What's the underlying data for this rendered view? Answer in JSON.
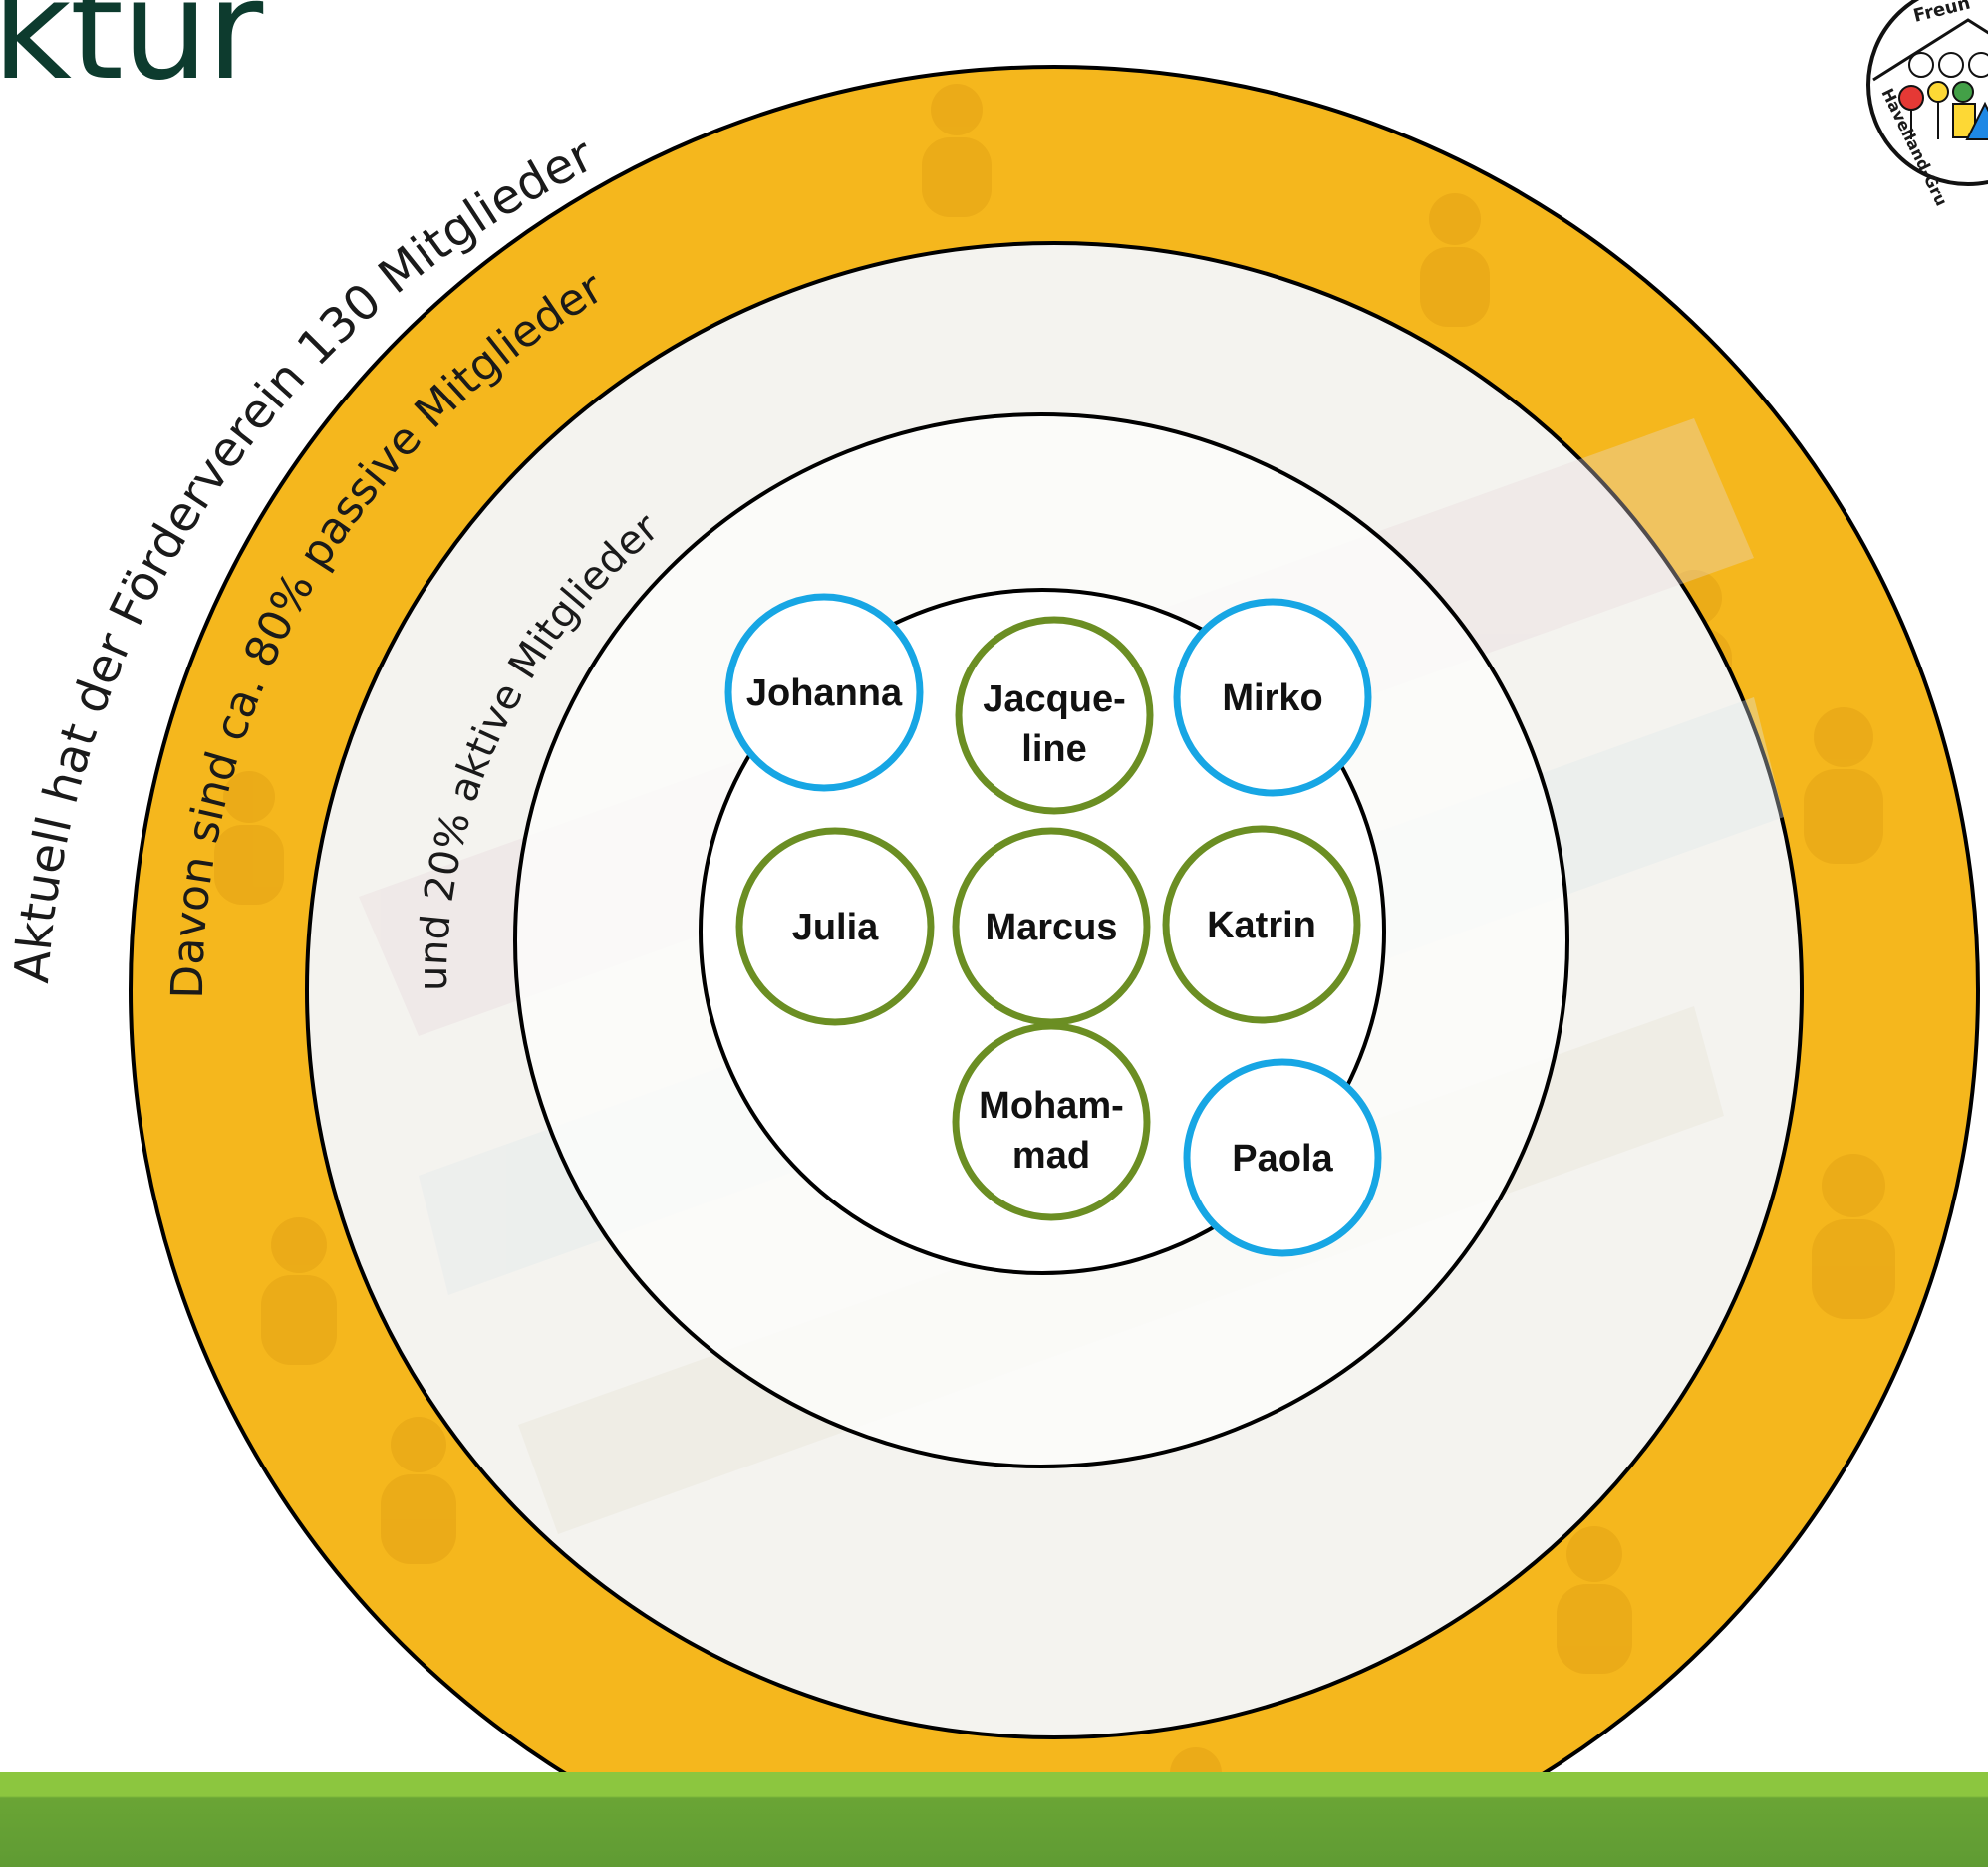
{
  "title": {
    "text": "ktur"
  },
  "rings": {
    "outer_label": "Aktuell hat der Förderverein 130 Mitglieder",
    "middle_label": "Davon sind ca. 80% passive Mitglieder",
    "inner_label": "und 20% aktive Mitglieder"
  },
  "members": [
    {
      "line1": "Johanna",
      "line2": "",
      "group": "blue"
    },
    {
      "line1": "Jacque-",
      "line2": "line",
      "group": "green"
    },
    {
      "line1": "Mirko",
      "line2": "",
      "group": "blue"
    },
    {
      "line1": "Julia",
      "line2": "",
      "group": "green"
    },
    {
      "line1": "Marcus",
      "line2": "",
      "group": "green"
    },
    {
      "line1": "Katrin",
      "line2": "",
      "group": "green"
    },
    {
      "line1": "Moham-",
      "line2": "mad",
      "group": "green"
    },
    {
      "line1": "Paola",
      "line2": "",
      "group": "blue"
    }
  ],
  "logo": {
    "top_text": "Freun",
    "left_text": "Havelland-Gru"
  },
  "colors": {
    "outer_ring": "#f5b71d",
    "blue_border": "#17a6e4",
    "green_border": "#6b8e23",
    "band": "#6aa535",
    "title": "#0d3b2e"
  }
}
